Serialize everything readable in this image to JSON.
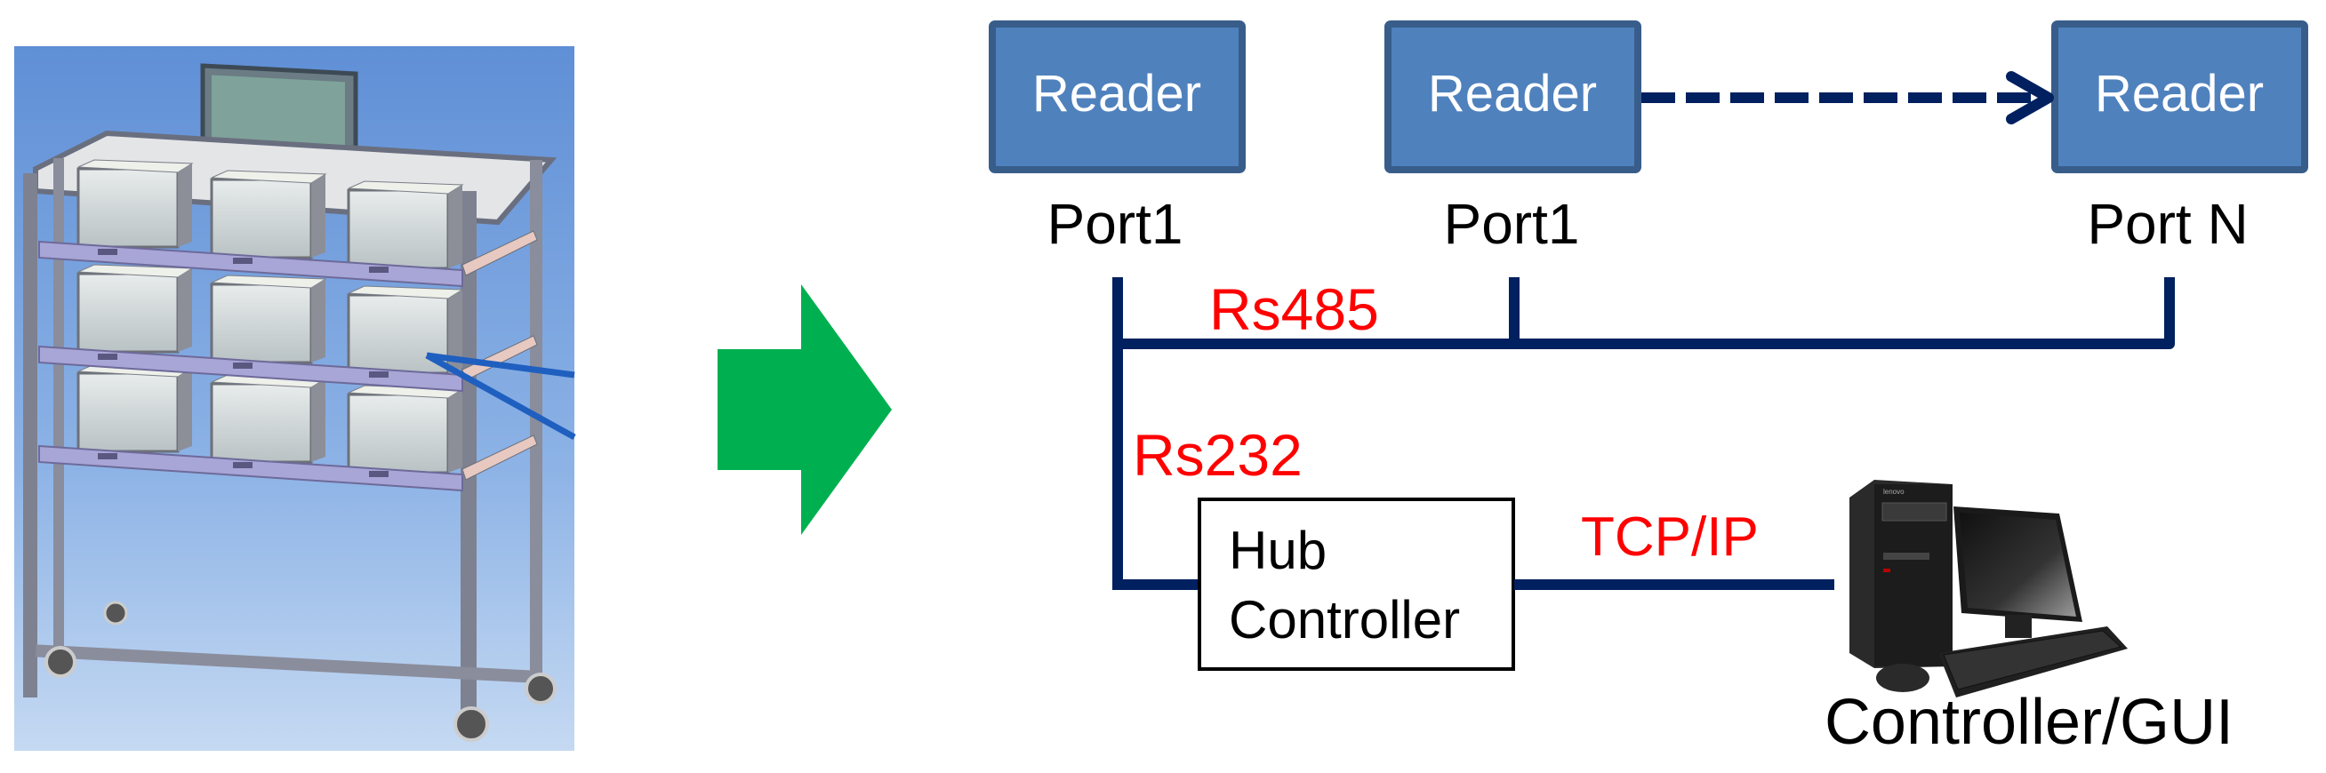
{
  "diagram": {
    "title": "RFID reader network topology",
    "readers": [
      {
        "label": "Reader",
        "port": "Port1"
      },
      {
        "label": "Reader",
        "port": "Port1"
      },
      {
        "label": "Reader",
        "port": "Port N"
      }
    ],
    "links": {
      "bus": "Rs485",
      "serial": "Rs232",
      "network": "TCP/IP"
    },
    "hub": {
      "line1": "Hub",
      "line2": "Controller"
    },
    "pc": {
      "label": "Controller/GUI",
      "brand": "lenovo"
    },
    "rack_image": {
      "description": "Cage rack with readers on each shelf"
    },
    "colors": {
      "reader_fill": "#4F81BD",
      "reader_border": "#385D8A",
      "wire": "#002060",
      "protocol_text": "#FF0000",
      "arrow_green": "#00B050",
      "rack_bg": "#6F9BD8",
      "callout": "#1F5FBF"
    }
  }
}
